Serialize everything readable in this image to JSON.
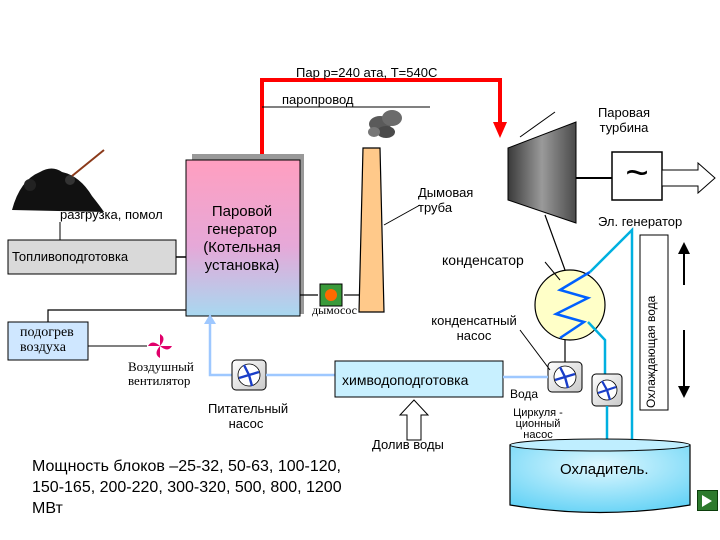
{
  "labels": {
    "steam_params": "Пар р=240 ата, T=540C",
    "steam_line": "паропровод",
    "turbine": "Паровая турбина",
    "generator_symbol": "~",
    "el_generator": "Эл. генератор",
    "chimney": "Дымовая труба",
    "unloading": "разгрузка, помол",
    "fuel_prep": "Топливоподготовка",
    "steam_generator": "Паровой генератор (Котельная установка)",
    "condenser": "конденсатор",
    "cooling_water": "Охлаждающая вода",
    "smoke_exhauster": "дымосос",
    "condensate_pump": "конденсатный насос",
    "air_heating": "подогрев воздуха",
    "blower_fan": "Воздушный вентилятор",
    "water_treatment": "химводоподготовка",
    "water": "Вода",
    "feed_pump": "Питательный насос",
    "circ_pump": "Циркуля - ционный насос",
    "water_makeup": "Долив воды",
    "cooler": "Охладитель.",
    "capacity": "Мощность блоков –25-32, 50-63, 100-120, 150-165, 200-220, 300-320, 500, 800, 1200 МВт"
  },
  "colors": {
    "steam_red": "#ff0000",
    "boiler_top": "#ff9fc0",
    "boiler_bottom": "#b0d8f0",
    "chimney_fill": "#ffc98a",
    "condenser_fill": "#ffffc8",
    "water_box": "#c8f0ff",
    "cooler_fill": "#8fe0ff",
    "water_line": "#00b0e0",
    "coal": "#111111"
  },
  "icons": [
    "coal-pile-icon",
    "smoke-cloud-icon",
    "pump-icon",
    "fan-icon",
    "generator-icon",
    "next-slide-icon"
  ]
}
